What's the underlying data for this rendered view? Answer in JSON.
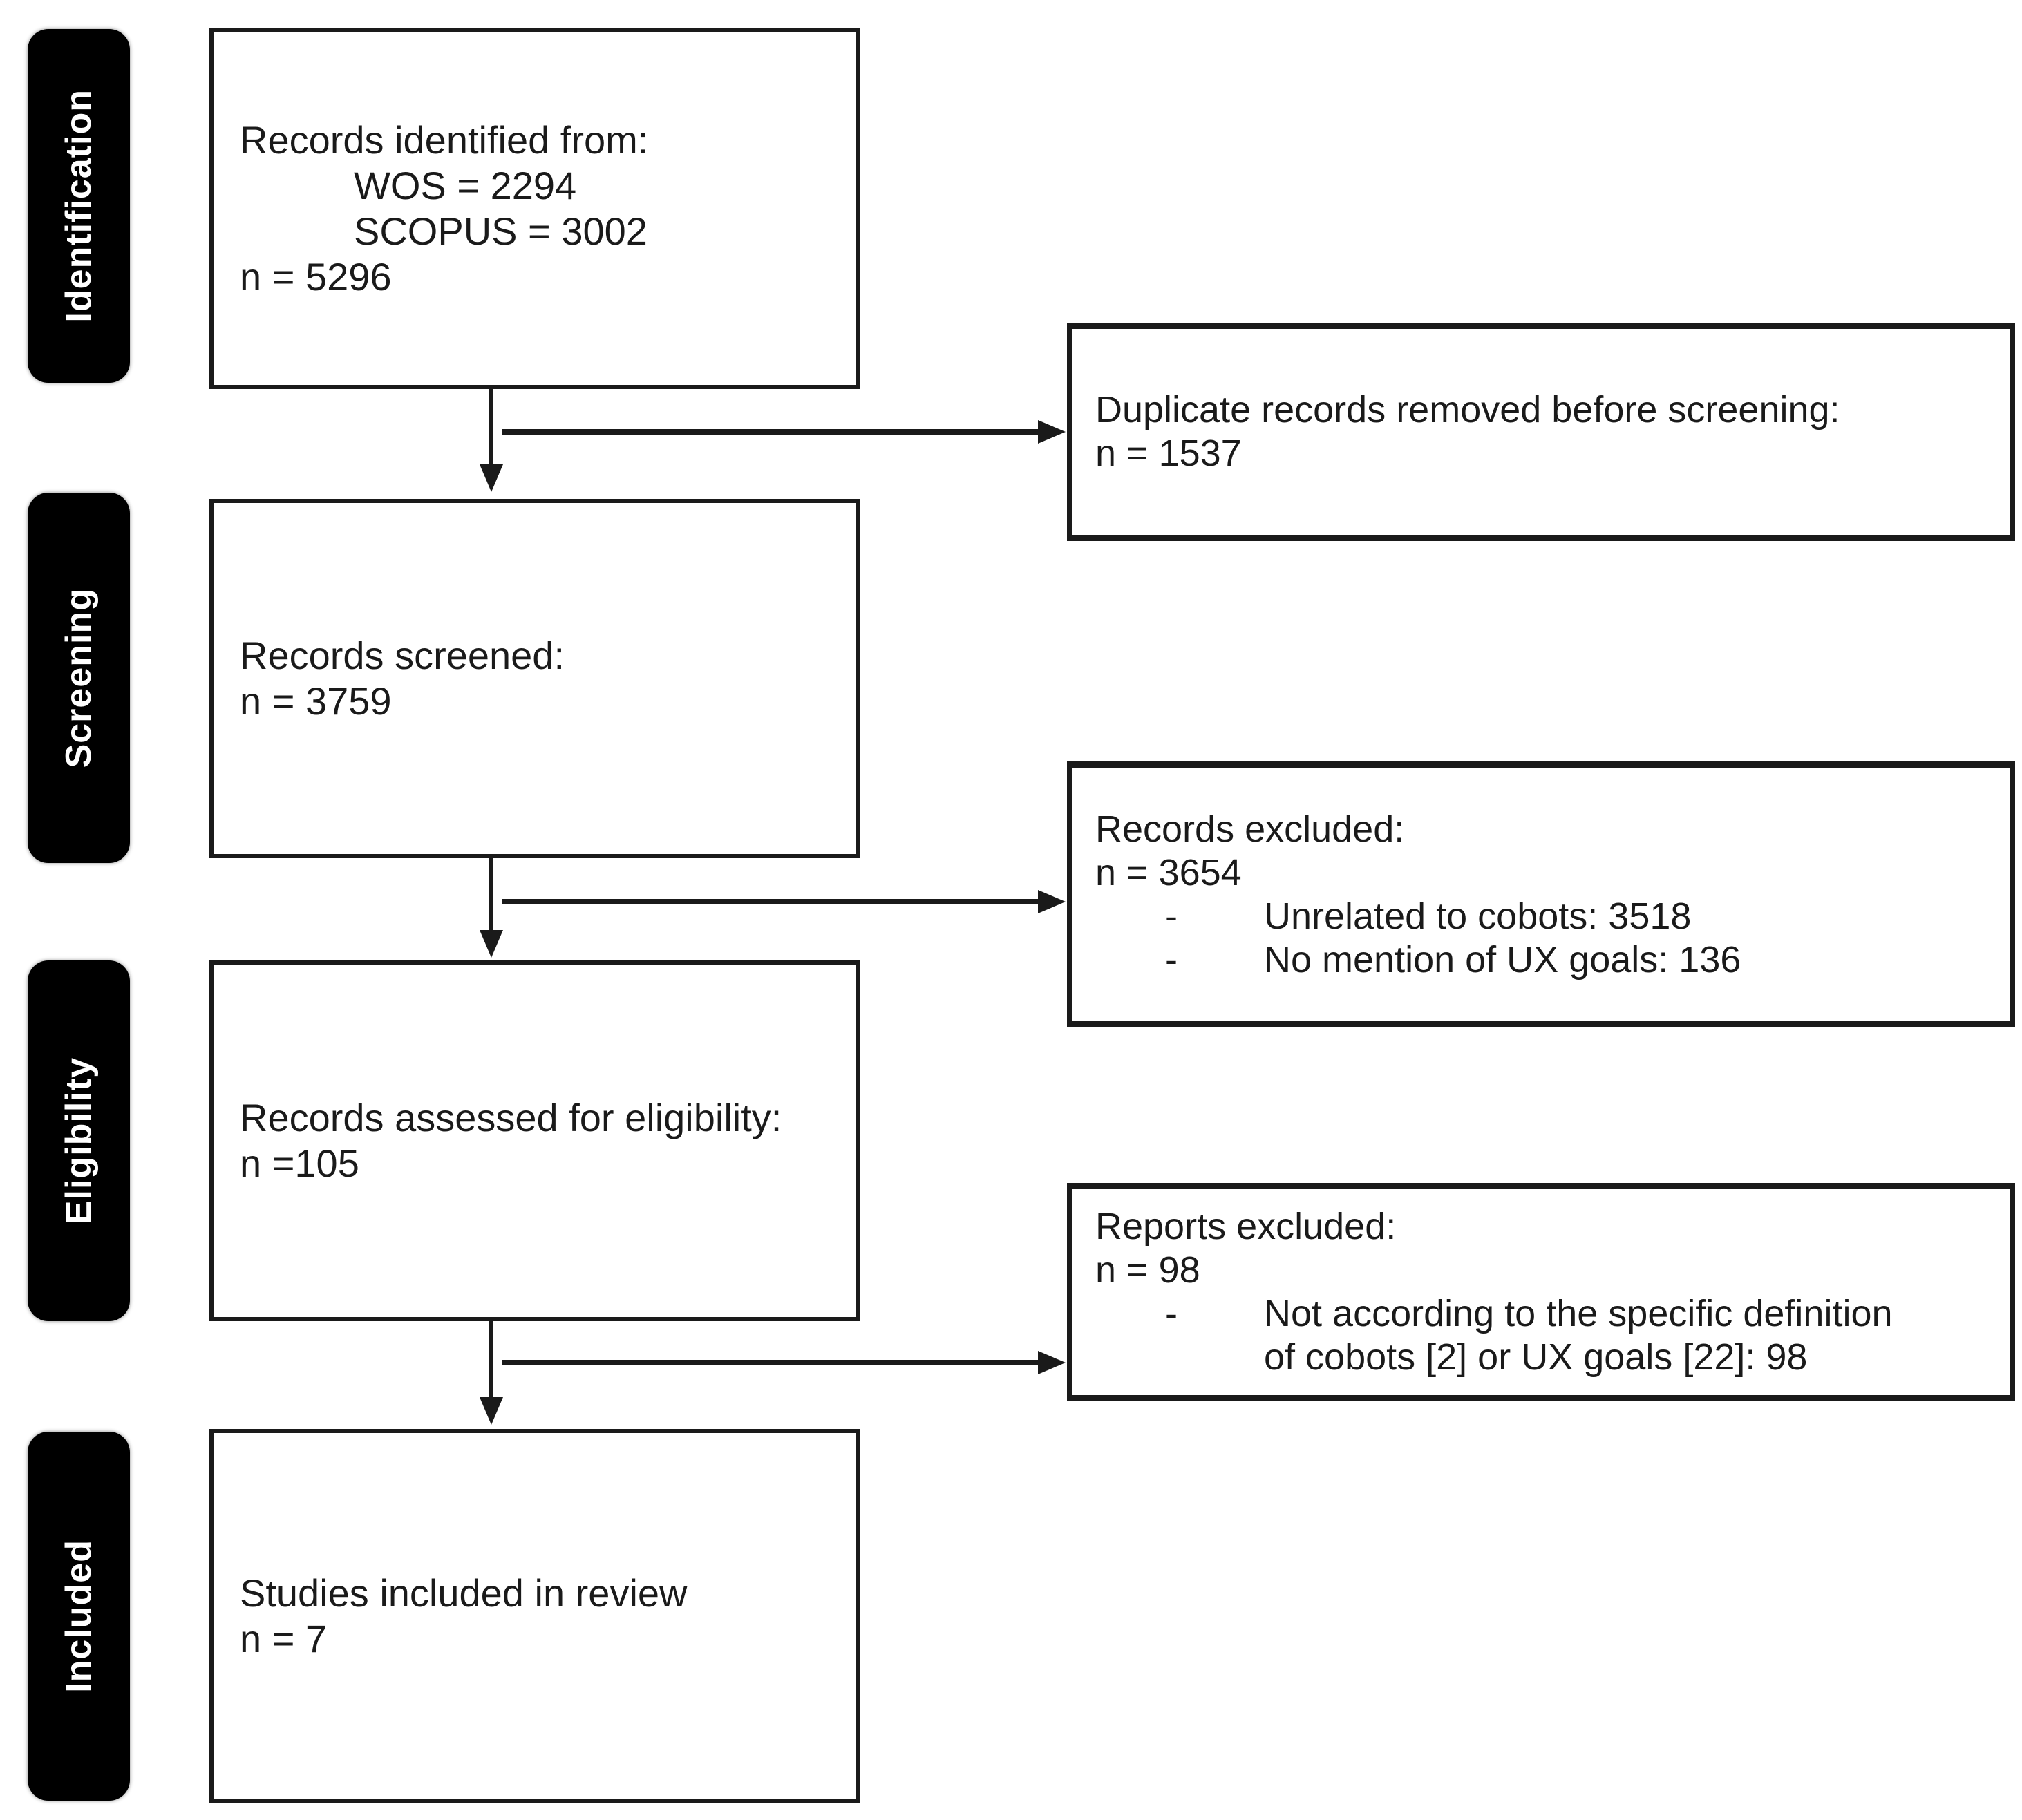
{
  "diagram_type": "prisma-flow",
  "colors": {
    "ink": "#1a1a1a",
    "label_background": "#000000",
    "label_text": "#ffffff",
    "background": "#ffffff"
  },
  "ui": {
    "bullet_marker": "-"
  },
  "stage_labels": [
    {
      "label": "Identification"
    },
    {
      "label": "Screening"
    },
    {
      "label": "Eligibility"
    },
    {
      "label": "Included"
    }
  ],
  "flow_boxes": {
    "identified": {
      "title": "Records identified from:",
      "sources": [
        "WOS = 2294",
        "SCOPUS = 3002"
      ],
      "total": "n = 5296"
    },
    "screened": {
      "title": "Records screened:",
      "total": "n = 3759"
    },
    "assessed": {
      "title": "Records assessed for eligibility:",
      "total": "n =105"
    },
    "included": {
      "title": "Studies included in review",
      "total": "n = 7"
    }
  },
  "exclusion_boxes": {
    "duplicates": {
      "title": "Duplicate records removed before screening:",
      "total": "n = 1537"
    },
    "records_excluded": {
      "title": "Records excluded:",
      "total": "n = 3654",
      "bullets": [
        {
          "text": "Unrelated to cobots: 3518"
        },
        {
          "text": "No mention of UX goals: 136"
        }
      ]
    },
    "reports_excluded": {
      "title": "Reports excluded:",
      "total": "n = 98",
      "bullets": [
        {
          "lines": [
            "Not according to the specific definition",
            "of cobots [2]  or UX goals [22]: 98"
          ]
        }
      ]
    }
  }
}
